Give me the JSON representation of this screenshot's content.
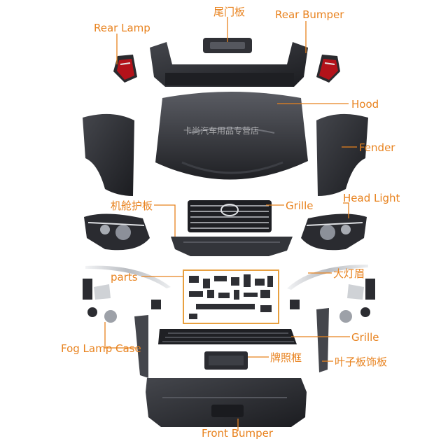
{
  "colors": {
    "label": "#e8821e",
    "leader": "#e8821e",
    "part_dark": "#2b2c31",
    "part_mid": "#4a4c53",
    "part_light": "#6d6f76",
    "chrome": "#cfd2d6",
    "lamp_red": "#b3121a",
    "parts_box": "#e8a040"
  },
  "labels": {
    "rear_lamp": "Rear Lamp",
    "tailgate_trim": "尾门板",
    "rear_bumper": "Rear Bumper",
    "hood": "Hood",
    "fender": "Fender",
    "engine_guard": "机舱护板",
    "grille_top": "Grille",
    "head_light": "Head Light",
    "parts": "parts",
    "headlamp_brow": "大灯眉",
    "fog_lamp_case": "Fog Lamp Case",
    "grille_bottom": "Grille",
    "license_frame": "牌照框",
    "fender_trim": "叶子板饰板",
    "front_bumper": "Front Bumper"
  },
  "watermark": "卡尚汽车用品专营店"
}
